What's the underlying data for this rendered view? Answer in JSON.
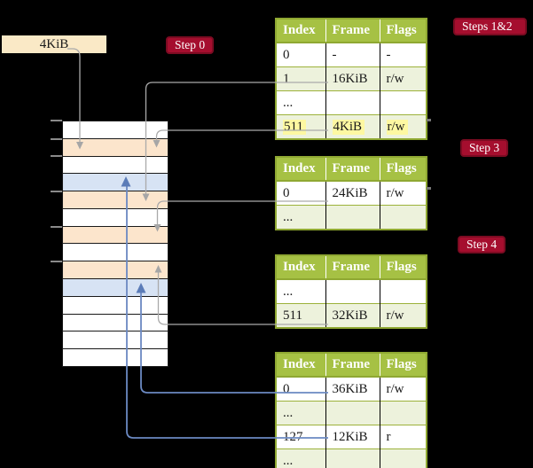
{
  "frame_box": {
    "label": "4KiB"
  },
  "badges": {
    "step0": "Step 0",
    "steps12": "Steps 1&2",
    "step3": "Step 3",
    "step4": "Step 4"
  },
  "memory": {
    "rows": [
      "white",
      "peach",
      "white",
      "blue",
      "peach",
      "white",
      "peach",
      "white",
      "peach",
      "blue",
      "white",
      "white",
      "white",
      "white"
    ]
  },
  "tables": [
    {
      "name": "page-table-steps-1-2",
      "headers": [
        "Index",
        "Frame",
        "Flags"
      ],
      "rows": [
        {
          "cells": [
            "0",
            "-",
            "-"
          ],
          "shade": false,
          "highlight": false
        },
        {
          "cells": [
            "1",
            "16KiB",
            "r/w"
          ],
          "shade": true,
          "highlight": false
        },
        {
          "cells": [
            "...",
            "",
            ""
          ],
          "shade": false,
          "highlight": false
        },
        {
          "cells": [
            "511",
            "4KiB",
            "r/w"
          ],
          "shade": true,
          "highlight": true
        }
      ]
    },
    {
      "name": "page-table-step-3",
      "headers": [
        "Index",
        "Frame",
        "Flags"
      ],
      "rows": [
        {
          "cells": [
            "0",
            "24KiB",
            "r/w"
          ],
          "shade": false,
          "highlight": false
        },
        {
          "cells": [
            "...",
            "",
            ""
          ],
          "shade": true,
          "highlight": false
        }
      ]
    },
    {
      "name": "page-table-step-4a",
      "headers": [
        "Index",
        "Frame",
        "Flags"
      ],
      "rows": [
        {
          "cells": [
            "...",
            "",
            ""
          ],
          "shade": false,
          "highlight": false
        },
        {
          "cells": [
            "511",
            "32KiB",
            "r/w"
          ],
          "shade": true,
          "highlight": false
        }
      ]
    },
    {
      "name": "page-table-step-4b",
      "headers": [
        "Index",
        "Frame",
        "Flags"
      ],
      "rows": [
        {
          "cells": [
            "0",
            "36KiB",
            "r/w"
          ],
          "shade": false,
          "highlight": false
        },
        {
          "cells": [
            "...",
            "",
            ""
          ],
          "shade": true,
          "highlight": false
        },
        {
          "cells": [
            "127",
            "12KiB",
            "r"
          ],
          "shade": false,
          "highlight": false
        },
        {
          "cells": [
            "...",
            "",
            ""
          ],
          "shade": true,
          "highlight": false
        }
      ]
    }
  ],
  "colors": {
    "background": "#000000",
    "frame_box_fill": "#fae9c6",
    "memory_peach": "#fce5cc",
    "memory_blue": "#d7e3f4",
    "table_header_green": "#a6c144",
    "table_row_green": "#edf2dc",
    "table_border_olive": "#8fa832",
    "highlight_yellow": "#fdf8a2",
    "badge_red": "#a50e2e",
    "gray_arrow": "#aaaaaa",
    "blue_arrow": "#6b89c2"
  }
}
